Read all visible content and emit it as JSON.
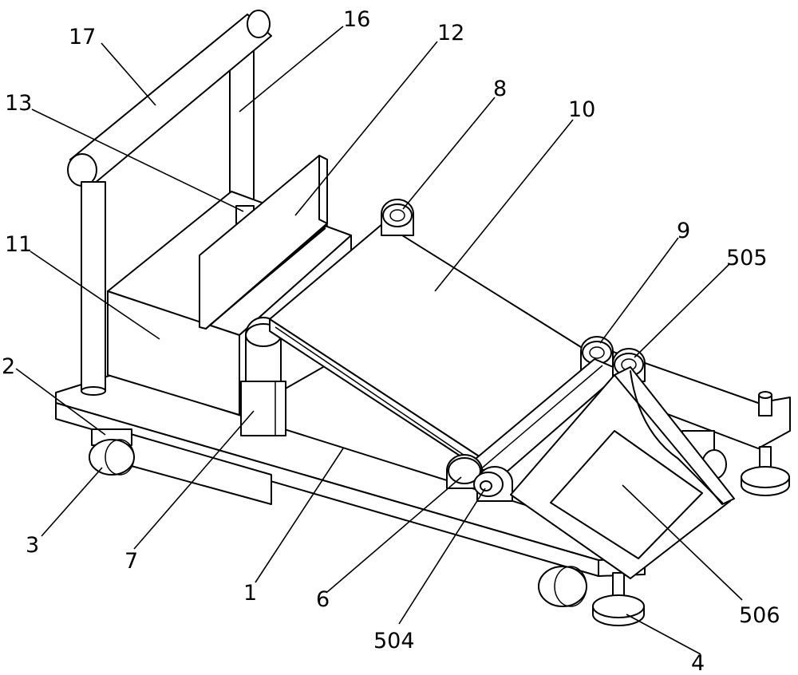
{
  "labels": {
    "l1": "1",
    "l2": "2",
    "l3": "3",
    "l4": "4",
    "l6": "6",
    "l7": "7",
    "l8": "8",
    "l9": "9",
    "l10": "10",
    "l11": "11",
    "l12": "12",
    "l13": "13",
    "l16": "16",
    "l17": "17",
    "l504": "504",
    "l505": "505",
    "l506": "506"
  }
}
